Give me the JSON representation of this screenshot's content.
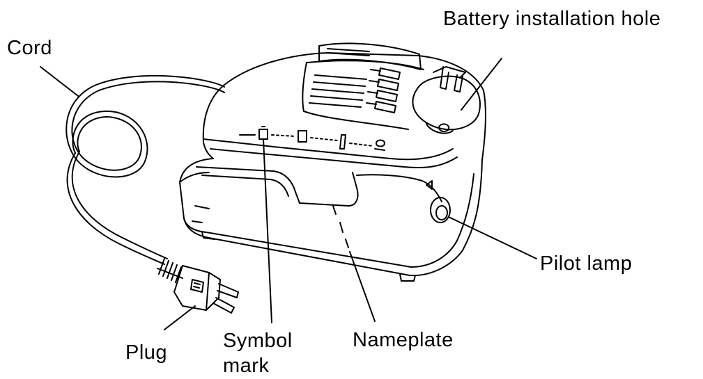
{
  "labels": {
    "cord": "Cord",
    "battery_hole": "Battery installation hole",
    "pilot_lamp": "Pilot lamp",
    "plug": "Plug",
    "symbol_mark_line1": "Symbol",
    "symbol_mark_line2": "mark",
    "nameplate": "Nameplate"
  },
  "colors": {
    "stroke": "#000000",
    "background": "#ffffff"
  }
}
